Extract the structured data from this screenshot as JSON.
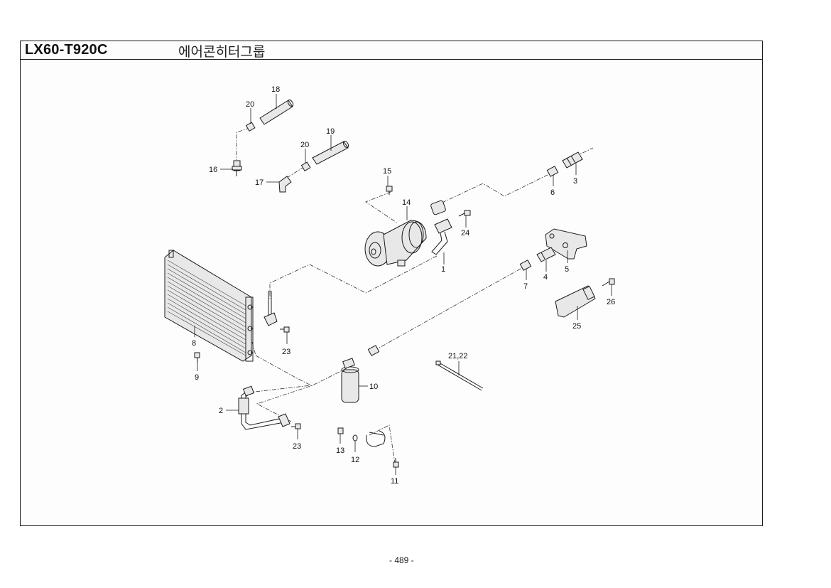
{
  "header": {
    "model_code": "LX60-T920C",
    "group_title": "에어콘히터그룹"
  },
  "footer": {
    "page_number": "- 489 -"
  },
  "callouts": {
    "c1": "1",
    "c2": "2",
    "c3": "3",
    "c4": "4",
    "c5": "5",
    "c6": "6",
    "c7": "7",
    "c8": "8",
    "c9": "9",
    "c10": "10",
    "c11": "11",
    "c12": "12",
    "c13": "13",
    "c14": "14",
    "c15": "15",
    "c16": "16",
    "c17": "17",
    "c18": "18",
    "c19": "19",
    "c20a": "20",
    "c20b": "20",
    "c21_22": "21,22",
    "c23a": "23",
    "c23b": "23",
    "c24": "24",
    "c25": "25",
    "c26": "26"
  }
}
